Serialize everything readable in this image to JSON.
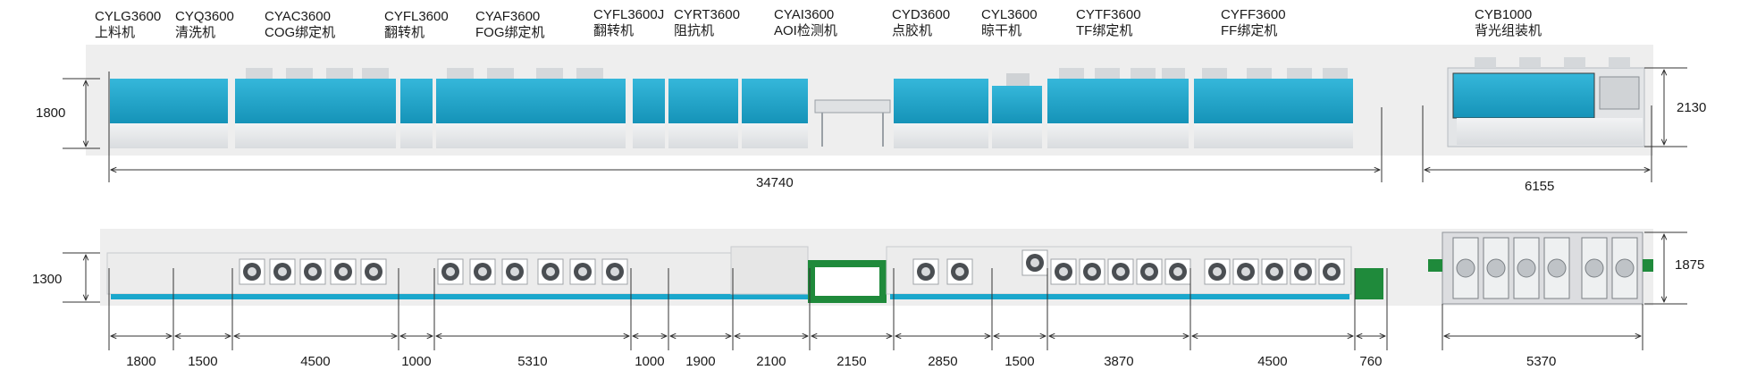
{
  "machines_top": [
    {
      "model": "CYLG3600",
      "name": "上料机"
    },
    {
      "model": "CYQ3600",
      "name": "清洗机"
    },
    {
      "model": "CYAC3600",
      "name": "COG绑定机"
    },
    {
      "model": "CYFL3600",
      "name": "翻转机"
    },
    {
      "model": "CYAF3600",
      "name": "FOG绑定机"
    },
    {
      "model": "CYFL3600J",
      "name": "翻转机"
    },
    {
      "model": "CYRT3600",
      "name": "阻抗机"
    },
    {
      "model": "CYAI3600",
      "name": "AOI检测机"
    },
    {
      "model": "CYD3600",
      "name": "点胶机"
    },
    {
      "model": "CYL3600",
      "name": "晾干机"
    },
    {
      "model": "CYTF3600",
      "name": "TF绑定机"
    },
    {
      "model": "CYFF3600",
      "name": "FF绑定机"
    },
    {
      "model": "CYB1000",
      "name": "背光组装机"
    }
  ],
  "dimensions": {
    "front_height_left": "1800",
    "front_height_right": "2130",
    "total_length": "34740",
    "right_length": "6155",
    "top_depth_left": "1300",
    "top_depth_right": "1875",
    "segments": [
      "1800",
      "1500",
      "4500",
      "1000",
      "5310",
      "1000",
      "1900",
      "2100",
      "2150",
      "2850",
      "1500",
      "3870",
      "4500",
      "760"
    ],
    "right_segment": "5370"
  },
  "colors": {
    "accent": "#1aa7cc",
    "machine_body": "#e9ebed",
    "conveyor_green": "#1f8a3b",
    "backdrop": "#eeeeee"
  }
}
